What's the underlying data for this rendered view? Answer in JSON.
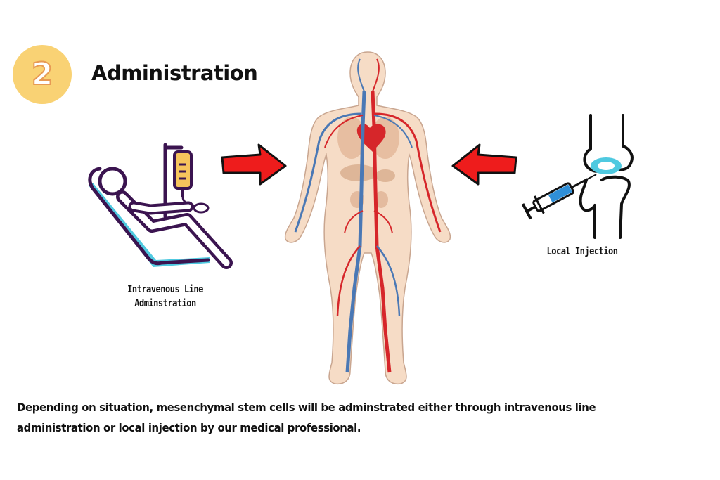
{
  "step": {
    "number": "2",
    "title": "Administration"
  },
  "left_panel": {
    "caption_line1": "Intravenous Line",
    "caption_line2": "Adminstration",
    "icon": "iv-drip-patient-icon"
  },
  "center": {
    "icon": "human-circulatory-system-illustration"
  },
  "right_panel": {
    "caption": "Local Injection",
    "icon": "knee-joint-injection-icon"
  },
  "description": "Depending on situation, mesenchymal stem cells will be adminstrated either through intravenous line administration or local injection by our medical professional.",
  "colors": {
    "badge": "#f9d274",
    "badge_stroke": "#e79a54",
    "arrow": "#ee1c1c",
    "icon_line": "#3b1450",
    "accent_blue": "#4fc9e0",
    "iv_bag": "#f6c45c",
    "skin": "#f6dcc6",
    "artery": "#d6262a",
    "vein": "#4a78b5"
  }
}
